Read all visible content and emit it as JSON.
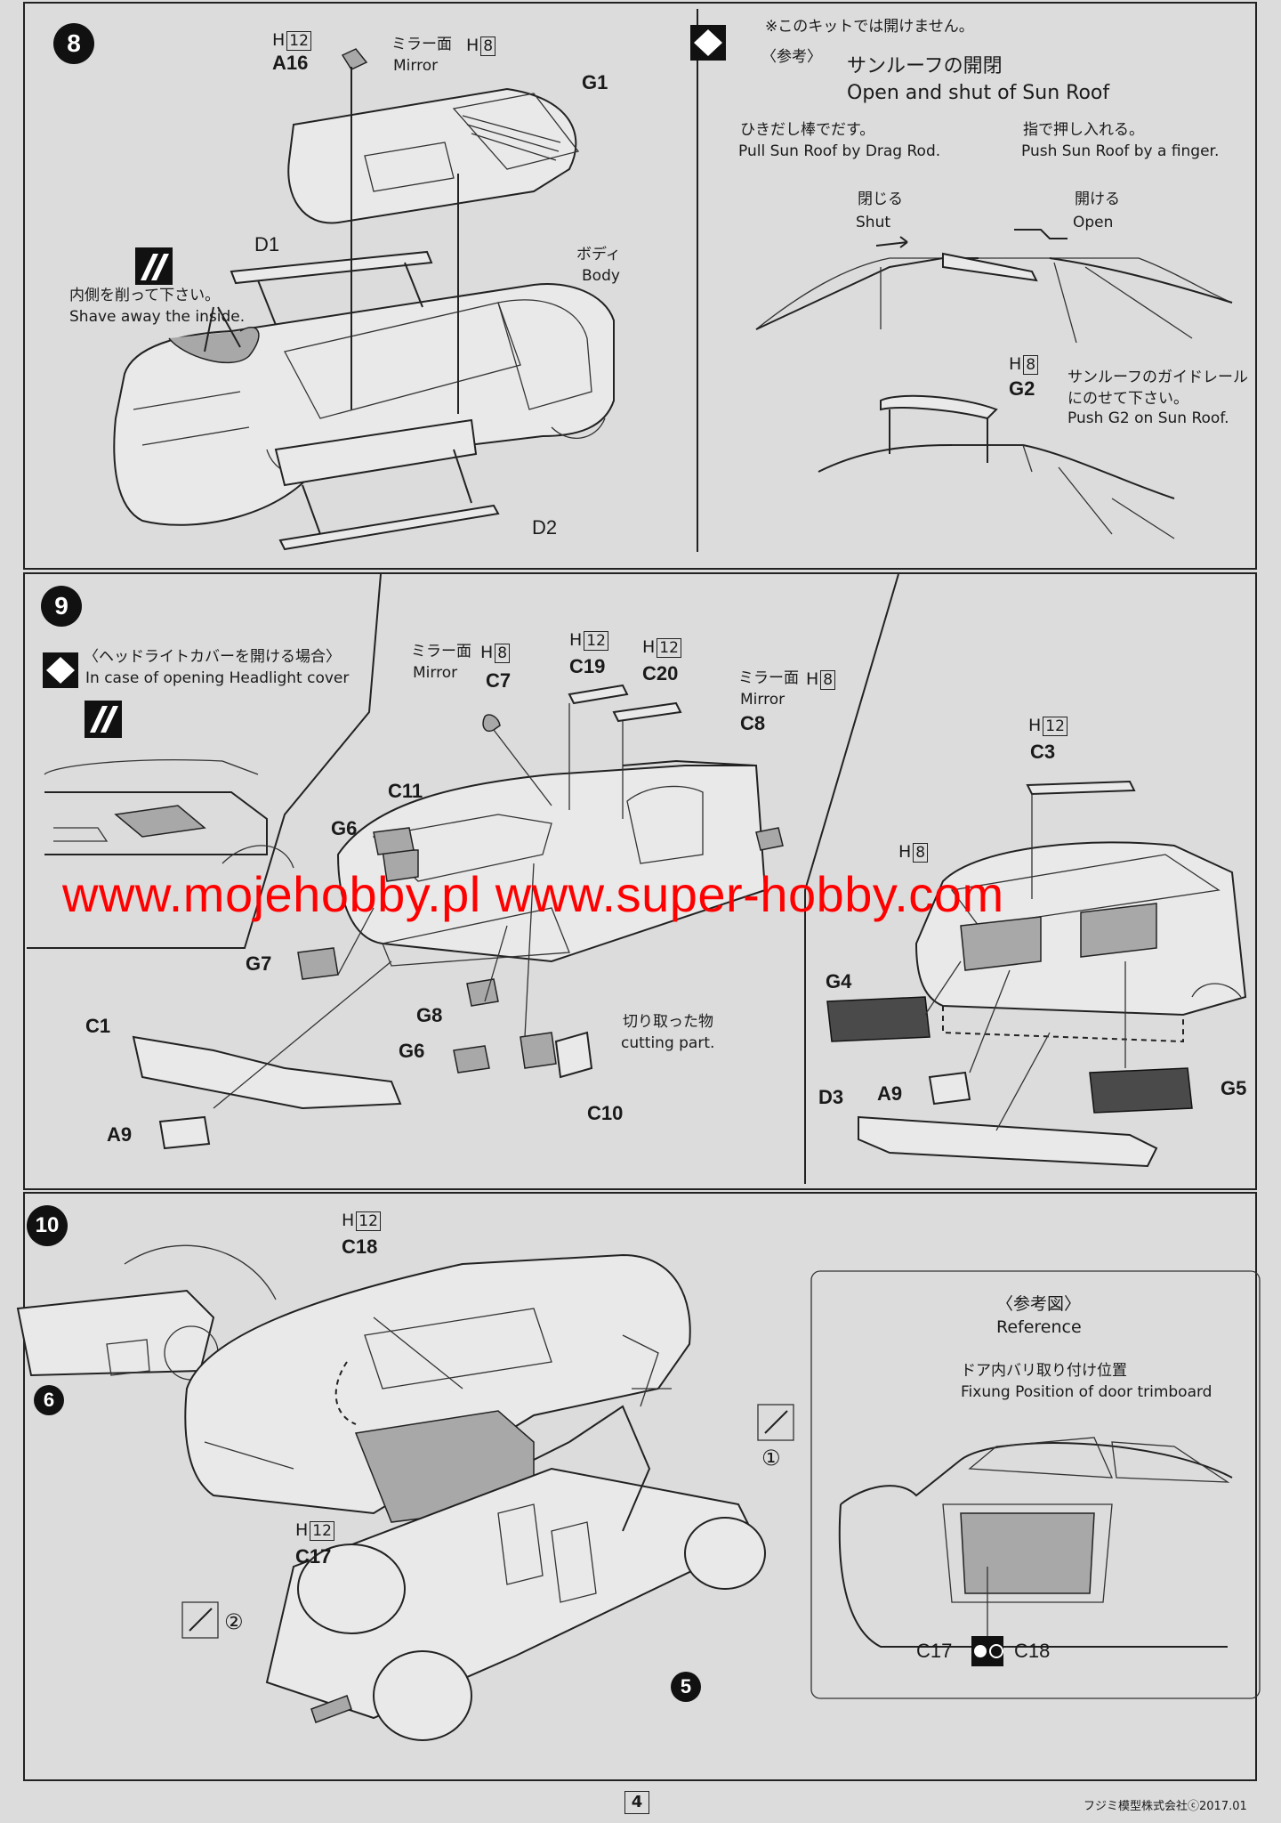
{
  "page_number": "4",
  "watermark": "www.mojehobby.pl www.super-hobby.com",
  "footer": "フジミ模型株式会社ⓒ2017.01",
  "step8": {
    "number": "8",
    "h_a16": "H",
    "h_a16_num": "12",
    "a16": "A16",
    "mirror_jp": "ミラー面",
    "mirror_en": "Mirror",
    "h_mirror": "H",
    "h_mirror_num": "8",
    "g1": "G1",
    "d1": "D1",
    "d2": "D2",
    "body_jp": "ボディ",
    "body_en": "Body",
    "shave_jp": "内側を削って下さい。",
    "shave_en": "Shave away the inside."
  },
  "sunroof": {
    "note_jp": "※このキットでは開けません。",
    "ref_jp": "〈参考〉",
    "title_jp": "サンルーフの開閉",
    "title_en": "Open and shut of Sun Roof",
    "pull_jp": "ひきだし棒でだす。",
    "pull_en": "Pull Sun Roof by Drag Rod.",
    "push_jp": "指で押し入れる。",
    "push_en": "Push Sun Roof by a finger.",
    "shut_jp": "閉じる",
    "shut_en": "Shut",
    "open_jp": "開ける",
    "open_en": "Open",
    "h_g2": "H",
    "h_g2_num": "8",
    "g2": "G2",
    "guide_jp1": "サンルーフのガイドレール",
    "guide_jp2": "にのせて下さい。",
    "guide_en": "Push G2 on Sun Roof."
  },
  "step9": {
    "number": "9",
    "headlight_jp": "〈ヘッドライトカバーを開ける場合〉",
    "headlight_en": "In case of opening Headlight cover",
    "mirror_jp": "ミラー面",
    "mirror_en": "Mirror",
    "h": "H",
    "n8": "8",
    "n12": "12",
    "c7": "C7",
    "c19": "C19",
    "c20": "C20",
    "c8": "C8",
    "c11": "C11",
    "g6": "G6",
    "g7": "G7",
    "g8": "G8",
    "c1": "C1",
    "a9": "A9",
    "c10": "C10",
    "cut_jp": "切り取った物",
    "cut_en": "cutting part.",
    "c3": "C3",
    "g4": "G4",
    "g5": "G5",
    "d3": "D3"
  },
  "step10": {
    "number": "10",
    "h": "H",
    "n12": "12",
    "c18": "C18",
    "c17": "C17",
    "ref6": "6",
    "ref5": "5",
    "circ1": "①",
    "circ2": "②",
    "reference_jp": "〈参考図〉",
    "reference_en": "Reference",
    "door_jp": "ドア内バリ取り付け位置",
    "door_en": "Fixung Position of door trimboard",
    "c17b": "C17",
    "c18b": "C18"
  }
}
